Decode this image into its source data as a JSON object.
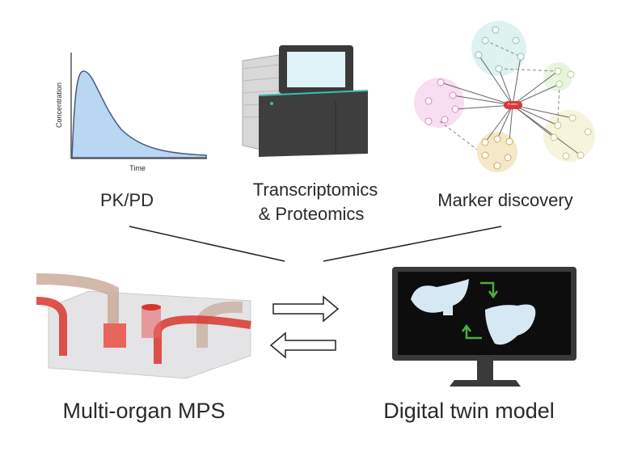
{
  "pkpd": {
    "label": "PK/PD",
    "xlabel": "Time",
    "ylabel": "Concentration"
  },
  "omics": {
    "line1": "Transcriptomics",
    "line2": "& Proteomics"
  },
  "marker": {
    "label": "Marker discovery",
    "center_node": "Protein"
  },
  "mps": {
    "label": "Multi-organ MPS"
  },
  "twin": {
    "label": "Digital twin model"
  },
  "colors": {
    "curve_fill": "#b9d6f2",
    "curve_line": "#4a5a7a",
    "tube_red": "#d9362b",
    "arrow_green": "#4caf3a",
    "monitor": "#333333"
  }
}
